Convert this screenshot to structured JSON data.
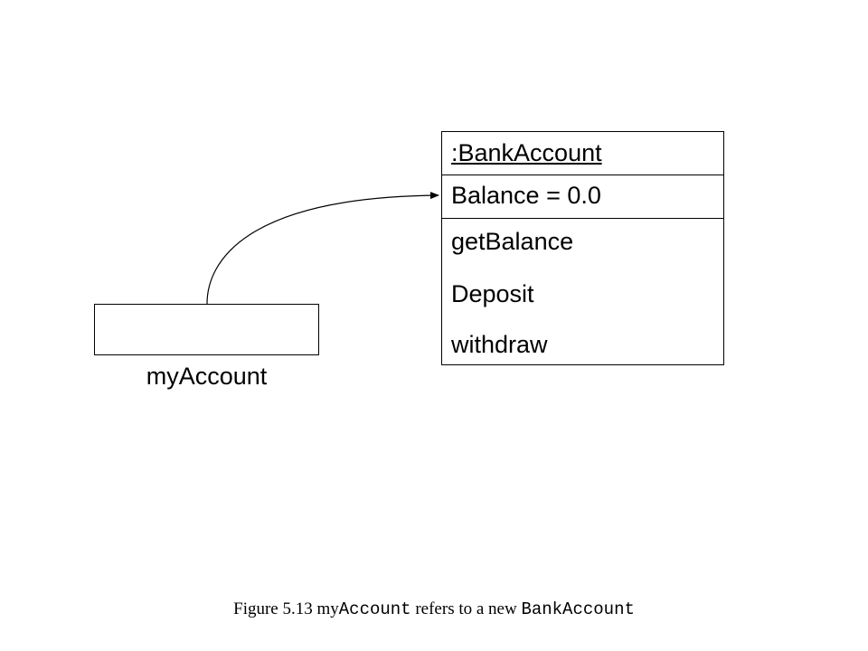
{
  "object_box": {
    "class_name": ":BankAccount",
    "attribute": "Balance = 0.0",
    "methods": [
      "getBalance",
      "Deposit",
      "withdraw"
    ]
  },
  "variable": {
    "label": "myAccount"
  },
  "caption": {
    "prefix": "Figure 5.13  my",
    "code_1": "Account",
    "middle": " refers to a new ",
    "code_2": "BankAccount"
  },
  "colors": {
    "line": "#000000",
    "background": "#ffffff"
  }
}
